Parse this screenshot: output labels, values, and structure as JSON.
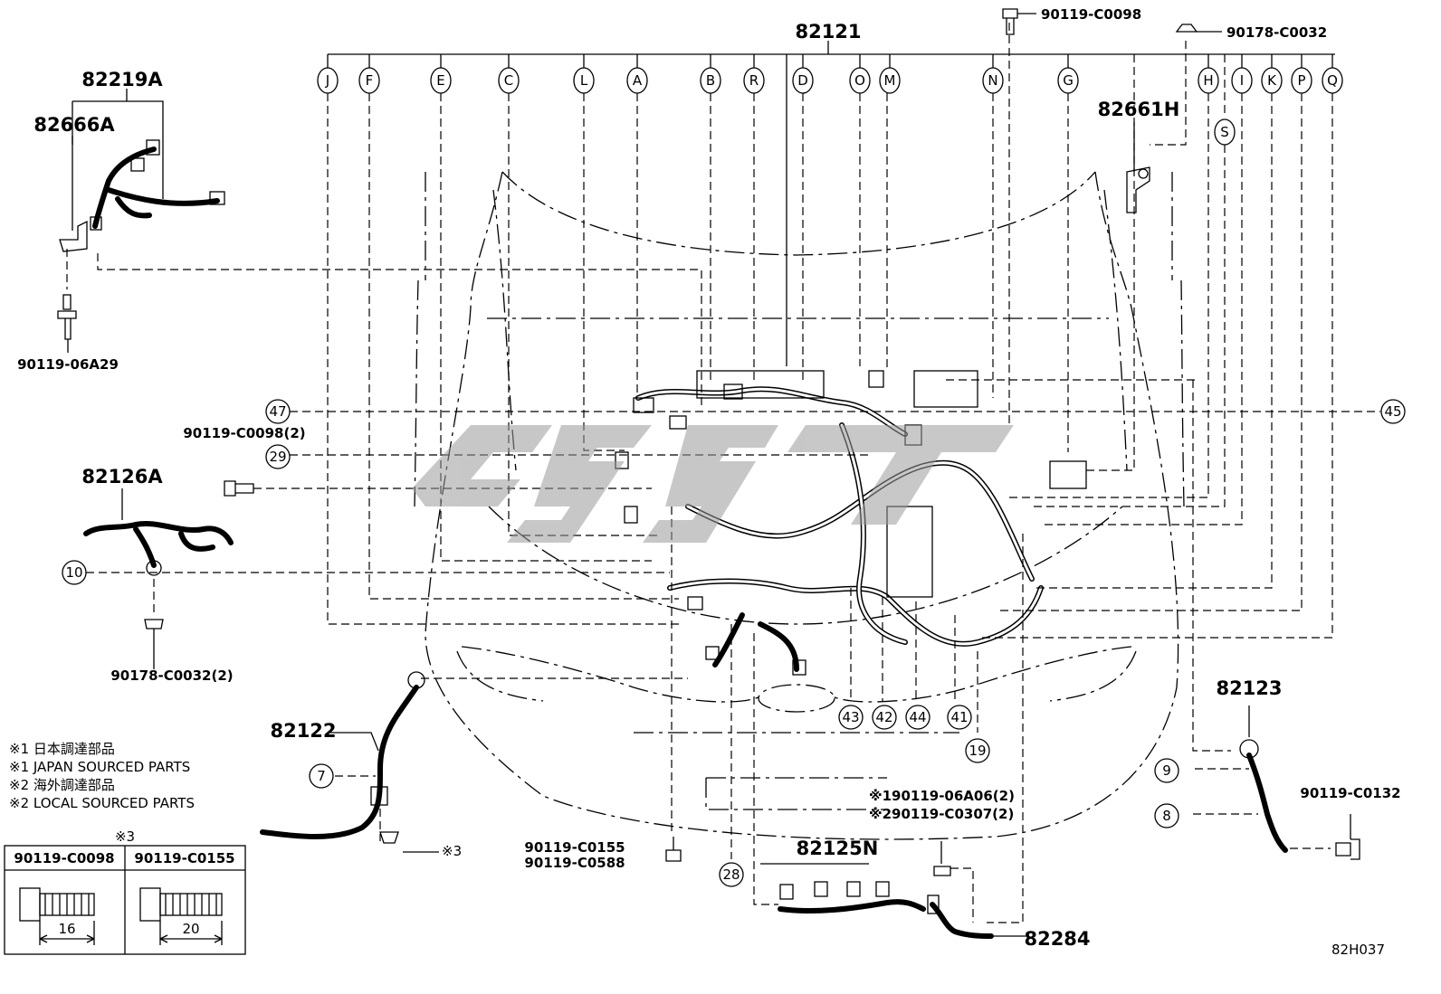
{
  "top_label": "82121",
  "connector_letters": [
    "J",
    "F",
    "E",
    "C",
    "L",
    "A",
    "B",
    "R",
    "D",
    "O",
    "M",
    "N",
    "G",
    "H",
    "I",
    "K",
    "P",
    "Q"
  ],
  "s_letter": "S",
  "part_labels": {
    "p82219A": "82219A",
    "p82666A": "82666A",
    "p82661H": "82661H",
    "p82126A": "82126A",
    "p82122": "82122",
    "p82123": "82123",
    "p82125N": "82125N",
    "p82284": "82284"
  },
  "bolt_codes": {
    "b_top1": "90119-C0098",
    "b_top2": "90178-C0032",
    "b_06A29": "90119-06A29",
    "b_c0098_2": "90119-C0098(2)",
    "b_c0032_2": "90178-C0032(2)",
    "b_c0132": "90119-C0132",
    "b_c0155": "90119-C0155",
    "b_c0588": "90119-C0588",
    "b_x1_06A06": "※190119-06A06(2)",
    "b_x2_c0307": "※290119-C0307(2)"
  },
  "callouts": [
    "47",
    "29",
    "10",
    "45",
    "43",
    "42",
    "44",
    "41",
    "19",
    "7",
    "9",
    "8",
    "28"
  ],
  "notes": [
    "※1 日本調達部品",
    "※1 JAPAN SOURCED PARTS",
    "※2 海外調達部品",
    "※2 LOCAL SOURCED PARTS"
  ],
  "x3_ref": "※3",
  "x3_table": {
    "title": "※3",
    "col1": "90119-C0098",
    "col2": "90119-C0155",
    "len1": "16",
    "len2": "20"
  },
  "diagram_id": "82H037"
}
